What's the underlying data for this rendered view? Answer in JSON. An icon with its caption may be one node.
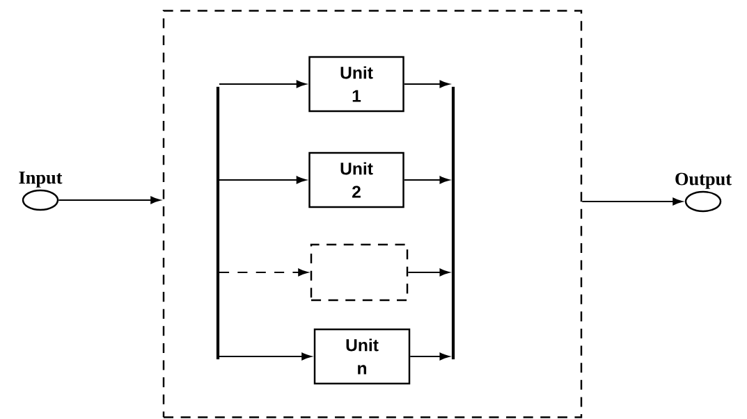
{
  "diagram": {
    "nodes": [
      {
        "text": [
          "Input"
        ]
      },
      {
        "text": [],
        "shape": "box"
      },
      {
        "text": [],
        "shape": "bar",
        "in": 1
      },
      {
        "text": [
          "Unit 1"
        ],
        "in": 1
      },
      {
        "text": [
          "Unit 2"
        ],
        "in": 1
      },
      {
        "text": [],
        "shape": "box",
        "in": 1
      },
      {
        "text": [
          "Unit n"
        ],
        "in": 1
      },
      {
        "text": [],
        "shape": "bar",
        "in": 1
      },
      {
        "text": [
          "Output"
        ]
      }
    ],
    "edges": [
      {
        "from": 0,
        "to": 1,
        "arrow": "to"
      },
      {
        "from": 2,
        "to": 3,
        "arrow": "to"
      },
      {
        "from": 2,
        "to": 4,
        "arrow": "to"
      },
      {
        "from": 2,
        "to": 5,
        "arrow": "to",
        "style": "dashed"
      },
      {
        "from": 2,
        "to": 6,
        "arrow": "to"
      },
      {
        "from": 3,
        "to": 7,
        "arrow": "to"
      },
      {
        "from": 4,
        "to": 7,
        "arrow": "to"
      },
      {
        "from": 5,
        "to": 7,
        "arrow": "to"
      },
      {
        "from": 6,
        "to": 7,
        "arrow": "to"
      },
      {
        "from": 1,
        "to": 8,
        "arrow": "to"
      }
    ]
  }
}
